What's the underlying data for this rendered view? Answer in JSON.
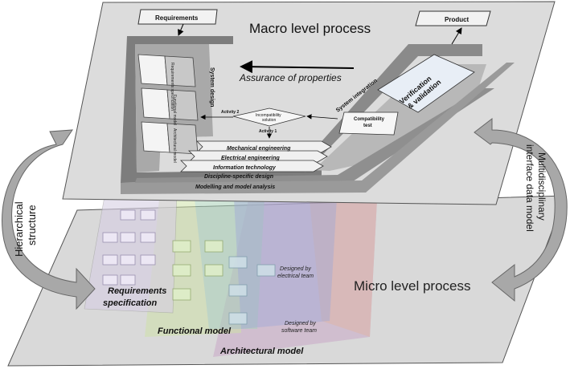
{
  "macro": {
    "title": "Macro level process",
    "requirements": "Requirements",
    "product": "Product",
    "assurance": "Assurance of properties",
    "system_design": "System design",
    "system_integration": "System integration",
    "verification": "Verification",
    "validation": "& validation",
    "compatibility_1": "Compatibility",
    "compatibility_2": "test",
    "incompatibility_1": "Incompatibility",
    "incompatibility_2": "solution",
    "activity_1": "Activity 1",
    "activity_2": "Activity 2",
    "disciplines": [
      "Mechanical engineering",
      "Electrical engineering",
      "Information technology"
    ],
    "discipline_specific": "Discipline-specific design",
    "modelling": "Modelling and model analysis",
    "docs": [
      "Requirements specification",
      "Functional model",
      "Architectural model"
    ]
  },
  "micro": {
    "title": "Micro level process",
    "requirements_spec_1": "Requirements",
    "requirements_spec_2": "specification",
    "functional_model": "Functional model",
    "architectural_model": "Architectural model",
    "designed_electrical_1": "Designed by",
    "designed_electrical_2": "electrical team",
    "designed_software_1": "Designed by",
    "designed_software_2": "software team"
  },
  "left_arrow": {
    "line1": "Hierarchical",
    "line2": "structure"
  },
  "right_arrow": {
    "line1": "Multidisciplinary",
    "line2": "interface data model"
  }
}
